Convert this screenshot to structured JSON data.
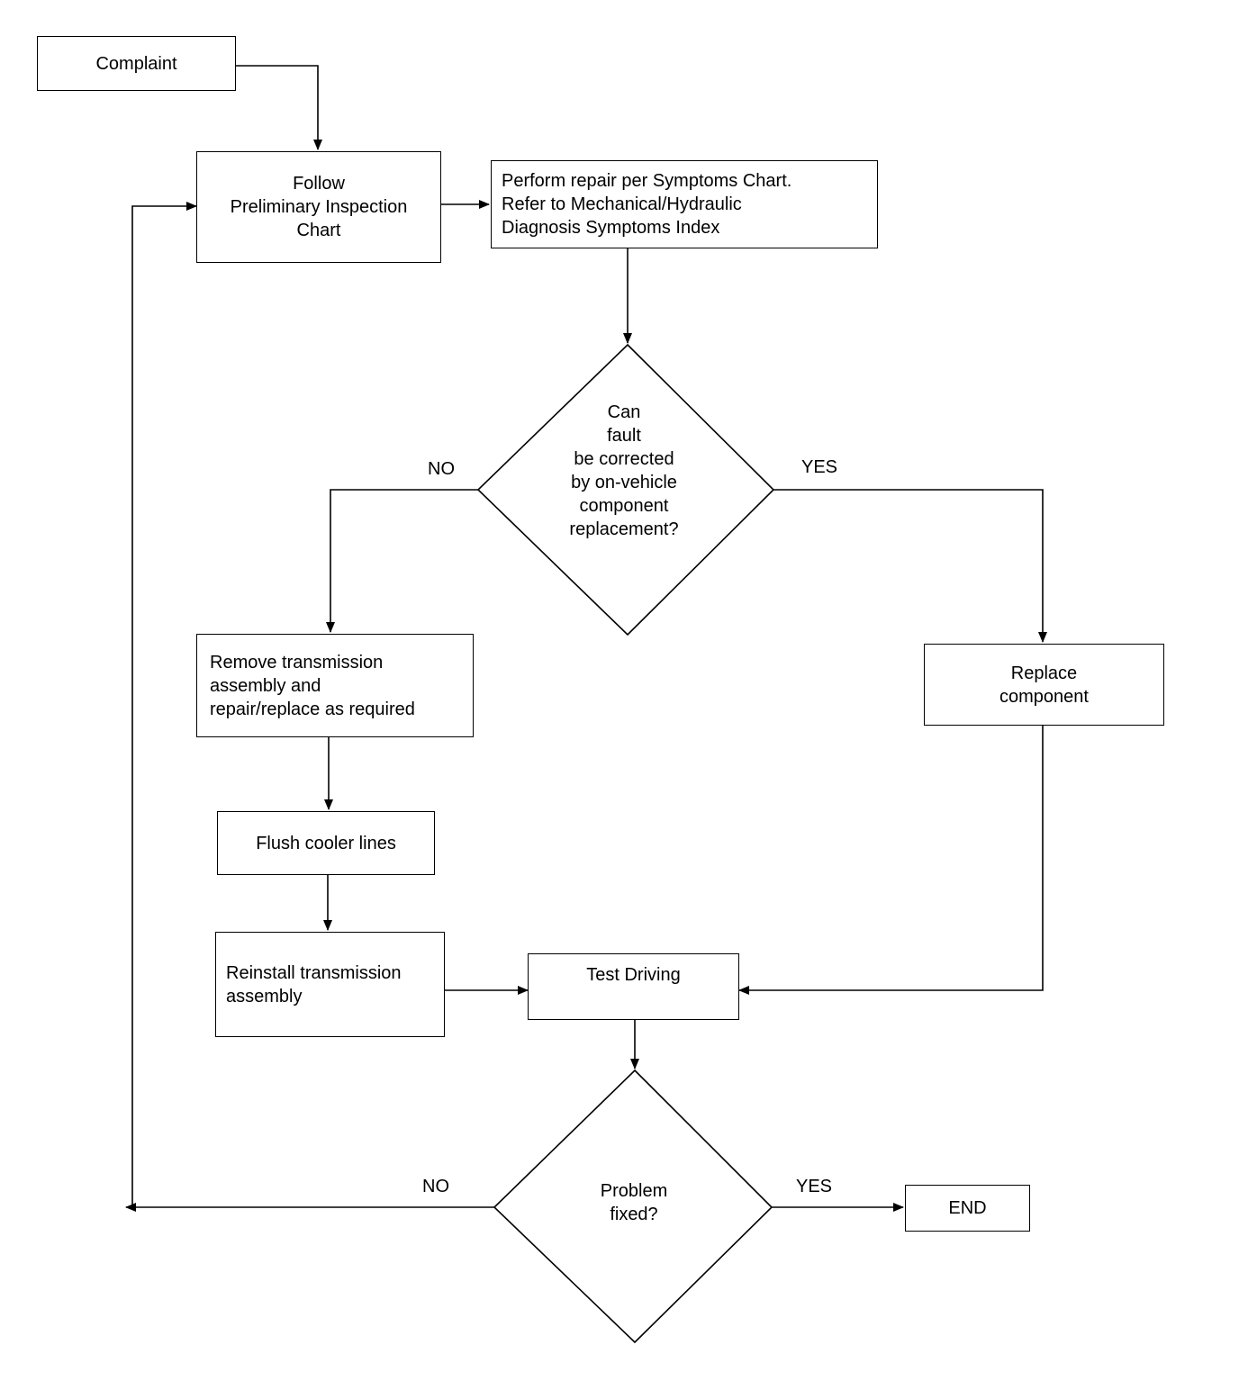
{
  "nodes": {
    "complaint": {
      "text": "Complaint"
    },
    "preliminary": {
      "lines": [
        "Follow",
        "Preliminary Inspection",
        "Chart"
      ]
    },
    "perform_repair": {
      "lines": [
        "Perform repair per Symptoms Chart.",
        "Refer to Mechanical/Hydraulic",
        "Diagnosis Symptoms Index"
      ]
    },
    "decision_fault": {
      "lines": [
        "Can",
        "fault",
        "be corrected",
        "by on-vehicle",
        "component",
        "replacement?"
      ]
    },
    "remove_transmission": {
      "lines": [
        "Remove transmission",
        "assembly and",
        "repair/replace as required"
      ]
    },
    "replace_component": {
      "lines": [
        "Replace",
        "component"
      ]
    },
    "flush_cooler": {
      "text": "Flush cooler lines"
    },
    "reinstall_transmission": {
      "lines": [
        "Reinstall transmission",
        "assembly"
      ]
    },
    "test_driving": {
      "text": "Test Driving"
    },
    "decision_fixed": {
      "lines": [
        "Problem",
        "fixed?"
      ]
    },
    "end": {
      "text": "END"
    }
  },
  "labels": {
    "fault_no": "NO",
    "fault_yes": "YES",
    "fixed_no": "NO",
    "fixed_yes": "YES"
  }
}
